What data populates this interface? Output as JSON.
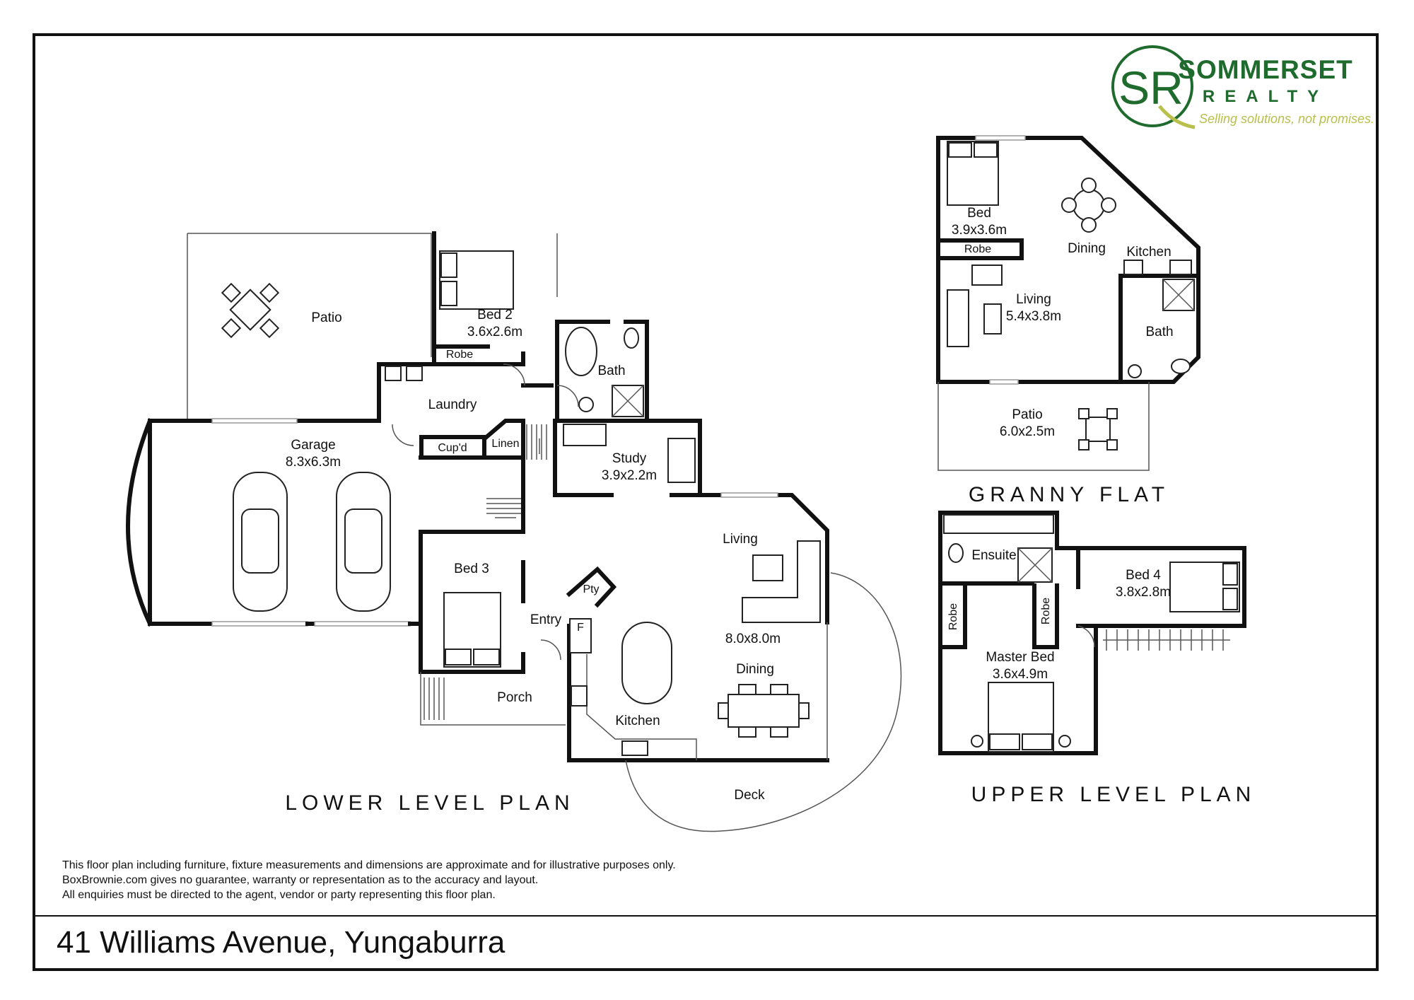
{
  "address": "41 Williams Avenue, Yungaburra",
  "brand": {
    "name": "SOMMERSET",
    "sub": "REALTY",
    "tagline": "Selling solutions, not promises.",
    "monogram": "SR",
    "color_green": "#1f6b2e",
    "color_gold": "#b8bf4a"
  },
  "disclaimer": [
    "This floor plan including furniture, fixture measurements and dimensions are approximate and for illustrative purposes only.",
    "BoxBrownie.com gives no guarantee, warranty or representation as to the accuracy and layout.",
    "All enquiries must be directed to the agent, vendor or party representing this floor plan."
  ],
  "plans": {
    "lower": {
      "title": "LOWER LEVEL PLAN",
      "rooms": {
        "patio": "Patio",
        "bed2": "Bed 2",
        "bed2_dim": "3.6x2.6m",
        "robe": "Robe",
        "laundry": "Laundry",
        "bath": "Bath",
        "cupd": "Cup'd",
        "linen": "Linen",
        "garage": "Garage",
        "garage_dim": "8.3x6.3m",
        "study": "Study",
        "study_dim": "3.9x2.2m",
        "bed3": "Bed 3",
        "living": "Living",
        "pty": "Pty",
        "fridge": "F",
        "entry": "Entry",
        "living_dim": "8.0x8.0m",
        "dining": "Dining",
        "porch": "Porch",
        "kitchen": "Kitchen",
        "deck": "Deck"
      }
    },
    "granny": {
      "title": "GRANNY FLAT",
      "rooms": {
        "bed": "Bed",
        "bed_dim": "3.9x3.6m",
        "robe": "Robe",
        "dining": "Dining",
        "kitchen": "Kitchen",
        "living": "Living",
        "living_dim": "5.4x3.8m",
        "bath": "Bath",
        "patio": "Patio",
        "patio_dim": "6.0x2.5m"
      }
    },
    "upper": {
      "title": "UPPER LEVEL PLAN",
      "rooms": {
        "ensuite": "Ensuite",
        "bed4": "Bed 4",
        "bed4_dim": "3.8x2.8m",
        "robe_left": "Robe",
        "robe_right": "Robe",
        "master": "Master Bed",
        "master_dim": "3.6x4.9m"
      }
    }
  }
}
